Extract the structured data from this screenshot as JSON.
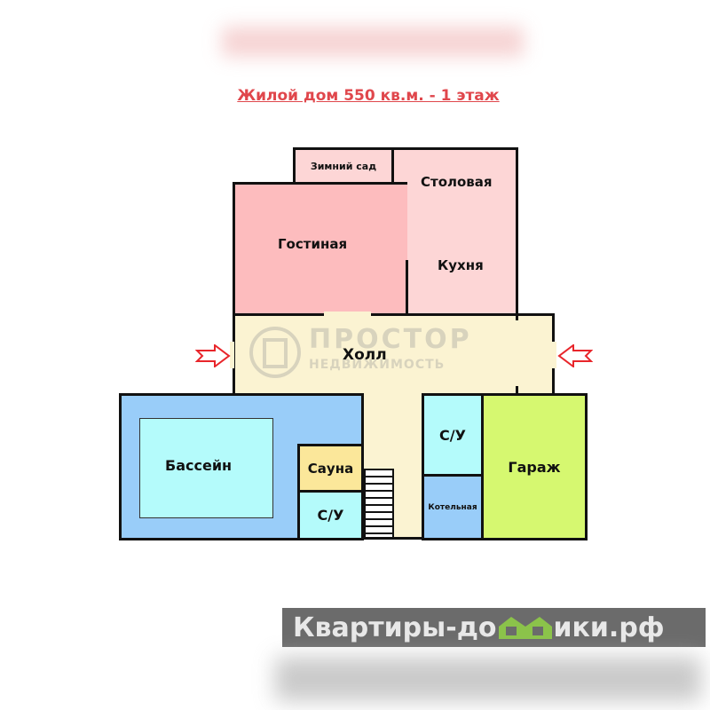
{
  "title": "Жилой дом 550 кв.м. - 1 этаж",
  "rooms": {
    "winter_garden": "Зимний сад",
    "living_room": "Гостиная",
    "dining_room": "Столовая",
    "kitchen": "Кухня",
    "hall": "Холл",
    "pool": "Бассейн",
    "sauna": "Сауна",
    "bathroom_left": "С/У",
    "bathroom_right": "С/У",
    "boiler_room": "Котельная",
    "garage": "Гараж"
  },
  "watermark": {
    "line1": "ПРОСТОР",
    "line2": "НЕДВИЖИМОСТЬ"
  },
  "banner": {
    "text_before": "Квартиры-до",
    "text_after": "ики.рф"
  },
  "colors": {
    "living": "#fdbcbe",
    "dining": "#fdd6d6",
    "hall": "#fbf3d2",
    "pool_outer": "#99cdf9",
    "pool_inner": "#b4fbfb",
    "sauna": "#fbe79a",
    "wc": "#b4fbfb",
    "boiler": "#99cdf9",
    "garage": "#d6f870",
    "arrow": "#e8262b",
    "title": "#e0474c"
  }
}
